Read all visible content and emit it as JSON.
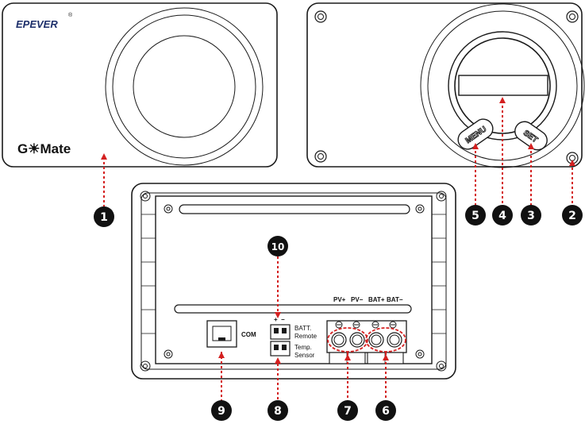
{
  "front_panel": {
    "brand": "EPEVER",
    "registered_mark": "®",
    "product_name": "G☀Mate"
  },
  "rear_panel": {
    "menu_key": "MENU",
    "set_key": "SET"
  },
  "bottom_panel": {
    "com_label": "COM",
    "pv_plus": "PV+",
    "pv_minus": "PV−",
    "bat_plus": "BAT+",
    "bat_minus": "BAT−",
    "polarity_plus": "+",
    "polarity_minus": "−",
    "batt_remote_line1": "BATT.",
    "batt_remote_line2": "Remote",
    "temp_sensor_line1": "Temp.",
    "temp_sensor_line2": "Sensor"
  },
  "callouts": [
    "1",
    "2",
    "3",
    "4",
    "5",
    "6",
    "7",
    "8",
    "9",
    "10"
  ],
  "colors": {
    "outline": "#1a1a1a",
    "callout_fill": "#111111",
    "leader": "#d42020"
  }
}
